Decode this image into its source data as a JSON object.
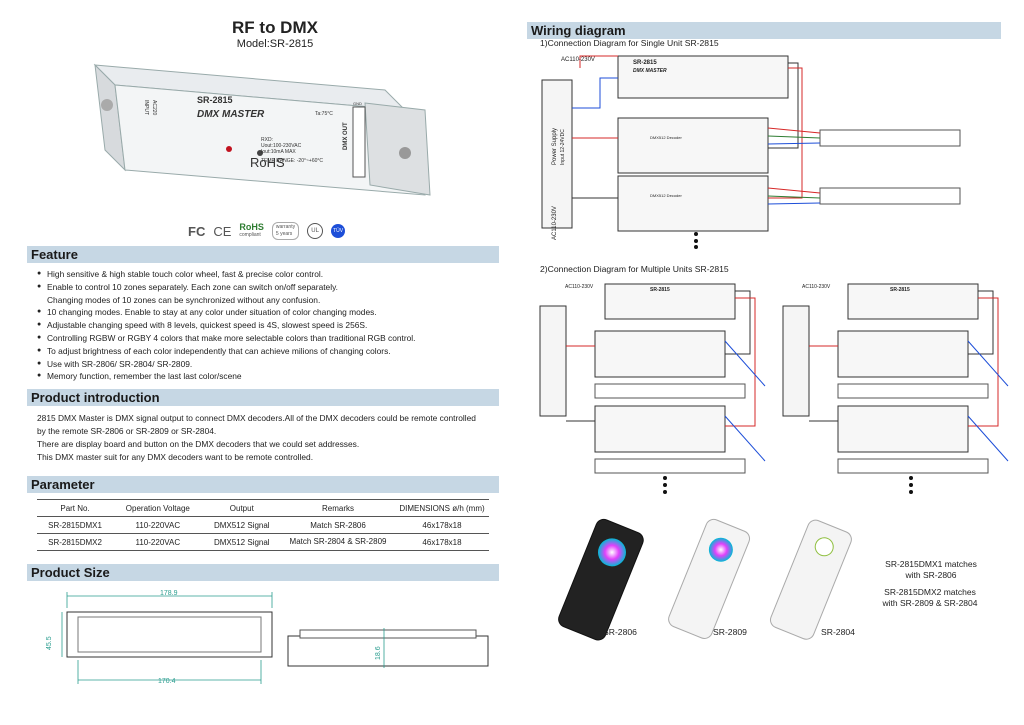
{
  "header": {
    "title": "RF to DMX",
    "model": "Model:SR-2815"
  },
  "product": {
    "brand": "SR-2815",
    "name": "DMX MASTER",
    "rohs": "RoHS",
    "input_label": "INPUT",
    "input_voltage": "AC220",
    "dmx_out": "DMX OUT",
    "gnd": "GND",
    "spec_line1": "RXD:",
    "spec_line2": "Uout:100-230VAC",
    "spec_line3": "Iout:10mA MAX",
    "temp": "TEMP RANGE: -20°~+60°C",
    "ta": "Ta:75°C"
  },
  "certs": {
    "fc": "FC",
    "ce": "CE",
    "rohs": "RoHS",
    "rohs_sub": "compliant",
    "warranty": "warranty",
    "warranty_years": "5 years",
    "ul": "UL",
    "tuv": "TÜV"
  },
  "feature": {
    "heading": "Feature",
    "items": [
      "High sensitive & high stable touch color wheel, fast & precise color control.",
      "Enable to control 10 zones separately. Each zone can switch on/off separately.",
      "Changing modes of 10 zones can be synchronized without any confusion.",
      "10 changing modes. Enable to stay at any color under situation of color changing modes.",
      "Adjustable changing speed with 8 levels, quickest speed is 4S, slowest speed is 256S.",
      "Controlling RGBW or RGBY 4 colors that make more selectable colors than traditional RGB control.",
      "To adjust brightness of each color independently that can achieve milions of changing colors.",
      "Use with SR-2806/ SR-2804/ SR-2809.",
      "Memory function, remember the last last color/scene"
    ]
  },
  "intro": {
    "heading": "Product introduction",
    "lines": [
      "2815 DMX Master is DMX signal output to connect DMX decoders.All of the DMX decoders could be remote controlled",
      "by the remote SR-2806 or SR-2809 or SR-2804.",
      "There are display board and button on the DMX decoders that we could set addresses.",
      "This DMX master suit for any DMX decoders want to be remote controlled."
    ]
  },
  "parameter": {
    "heading": "Parameter",
    "headers": [
      "Part No.",
      "Operation Voltage",
      "Output",
      "Remarks",
      "DIMENSIONS ø/h (mm)"
    ],
    "rows": [
      [
        "SR-2815DMX1",
        "110-220VAC",
        "DMX512 Signal",
        "Match SR-2806",
        "46x178x18"
      ],
      [
        "SR-2815DMX2",
        "110-220VAC",
        "DMX512 Signal",
        "Match SR-2804 & SR-2809",
        "46x178x18"
      ]
    ]
  },
  "size": {
    "heading": "Product Size",
    "length_outer": "178.9",
    "length_inner": "170.4",
    "width": "45.5",
    "height": "18.6"
  },
  "wiring": {
    "heading": "Wiring diagram",
    "sub1": "1)Connection Diagram for Single Unit SR-2815",
    "sub2": "2)Connection Diagram for Multiple Units SR-2815",
    "ac_label": "AC110-230V",
    "ps_label": "Power Supply",
    "ps_sub": "Input 12-24VDC",
    "master_name": "SR-2815",
    "master_sub": "DMX MASTER",
    "decoder": "DMX512 Decoder"
  },
  "remotes": {
    "a": "SR-2806",
    "b": "SR-2809",
    "c": "SR-2804"
  },
  "notes": {
    "n1a": "SR-2815DMX1 matches",
    "n1b": "with SR-2806",
    "n2a": "SR-2815DMX2 matches",
    "n2b": "with SR-2809 & SR-2804"
  },
  "colors": {
    "section_bar": "#c6d7e4",
    "dimension": "#2a9d8f",
    "wire_red": "#d62828",
    "wire_blue": "#1d4ed8"
  }
}
